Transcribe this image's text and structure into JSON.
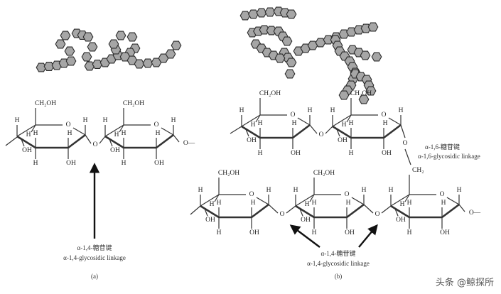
{
  "atoms": {
    "ch2oh": "CH₂OH",
    "ch2": "CH₂",
    "h": "H",
    "oh": "OH",
    "o": "O"
  },
  "panel_a": {
    "label": "(a)",
    "linkage_cn": "α-1,4-糖苷键",
    "linkage_en": "α-1,4-glycosidic linkage"
  },
  "panel_b": {
    "label": "(b)",
    "branch_cn": "α-1,6-糖苷键",
    "branch_en": "α-1,6-glycosidic linkage",
    "linkage_cn": "α-1,4-糖苷键",
    "linkage_en": "α-1,4-glycosidic linkage"
  },
  "watermark": "头条 @鲸探所",
  "colors": {
    "hexagon_fill": "#a6a6a6",
    "hexagon_stroke": "#2b2b2b",
    "line": "#333333"
  }
}
